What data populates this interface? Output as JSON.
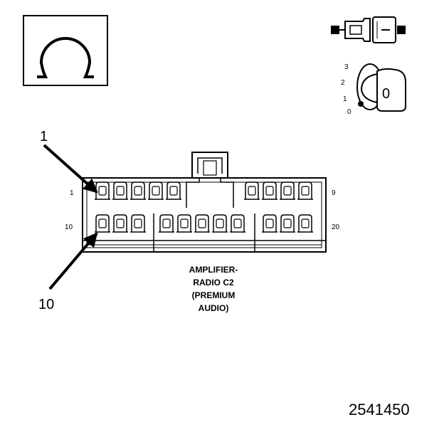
{
  "symbol": {
    "glyph": "Ω"
  },
  "key_switch": {
    "positions": [
      "3",
      "2",
      "1",
      "0"
    ],
    "key_label": "0"
  },
  "callouts": {
    "pin_first_row": "1",
    "pin_second_row": "10"
  },
  "pin_labels": {
    "row1_start": "1",
    "row1_end": "9",
    "row2_start": "10",
    "row2_end": "20"
  },
  "caption_lines": [
    "AMPLIFIER-",
    "RADIO C2",
    "(PREMIUM",
    "AUDIO)"
  ],
  "figure_number": "2541450"
}
